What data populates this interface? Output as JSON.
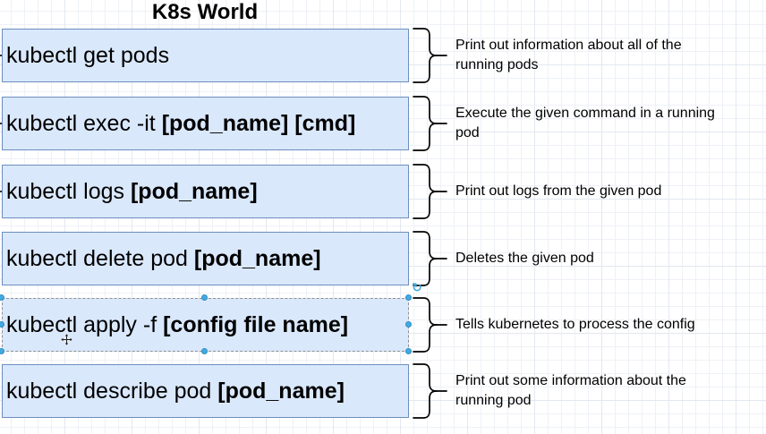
{
  "title": "K8s World",
  "rows": [
    {
      "cmd_prefix": "kubectl get pods",
      "cmd_bold": "",
      "desc": "Print out information about all of the\nrunning pods"
    },
    {
      "cmd_prefix": "kubectl exec -it ",
      "cmd_bold": "[pod_name] [cmd]",
      "desc": "Execute the given command in a running\npod"
    },
    {
      "cmd_prefix": "kubectl logs ",
      "cmd_bold": "[pod_name]",
      "desc": "Print out logs from the given pod"
    },
    {
      "cmd_prefix": "kubectl delete pod ",
      "cmd_bold": "[pod_name]",
      "desc": "Deletes the given pod"
    },
    {
      "cmd_prefix": "kubectl apply -f ",
      "cmd_bold": "[config file name]",
      "desc": "Tells kubernetes to process the config",
      "selected": "true"
    },
    {
      "cmd_prefix": "kubectl describe pod ",
      "cmd_bold": "[pod_name]",
      "desc": "Print out some information about the\nrunning pod"
    }
  ],
  "selection": {
    "rotate_icon": "↻"
  },
  "colors": {
    "box-fill": "#dae8fc",
    "box-border": "#6c8ebf",
    "handle": "#45a9e0",
    "handle-border": "#2e8fc5",
    "selection-dash": "#8f8f8f",
    "grid-minor": "#eef1f6",
    "grid-major": "#e3e8f0",
    "text": "#000000"
  }
}
